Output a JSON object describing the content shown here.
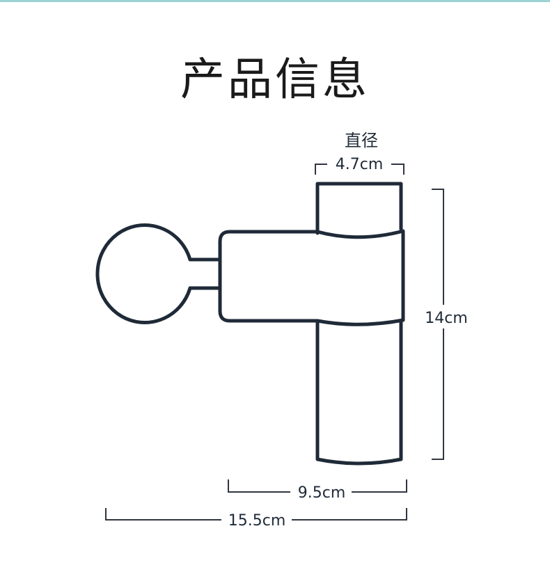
{
  "page": {
    "title": "产品信息"
  },
  "dimensions": {
    "diameter_label": "直径",
    "diameter_value": "4.7cm",
    "height_value": "14cm",
    "body_width_value": "9.5cm",
    "total_length_value": "15.5cm"
  },
  "colors": {
    "outline": "#1f2a38",
    "dimension_line": "#2f3640",
    "accent_rule": "#9ed3d6"
  }
}
